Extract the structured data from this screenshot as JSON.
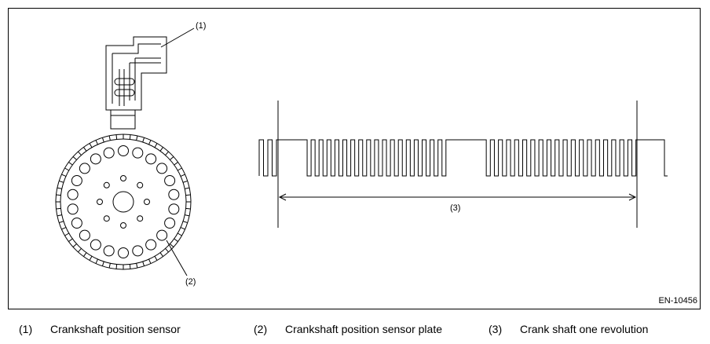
{
  "diagram": {
    "callouts": {
      "sensor": "(1)",
      "plate": "(2)",
      "revolution": "(3)"
    },
    "figure_code": "EN-10456"
  },
  "legend": [
    {
      "number": "(1)",
      "label": "Crankshaft position sensor"
    },
    {
      "number": "(2)",
      "label": "Crankshaft position sensor plate"
    },
    {
      "number": "(3)",
      "label": "Crank shaft one revolution"
    }
  ]
}
